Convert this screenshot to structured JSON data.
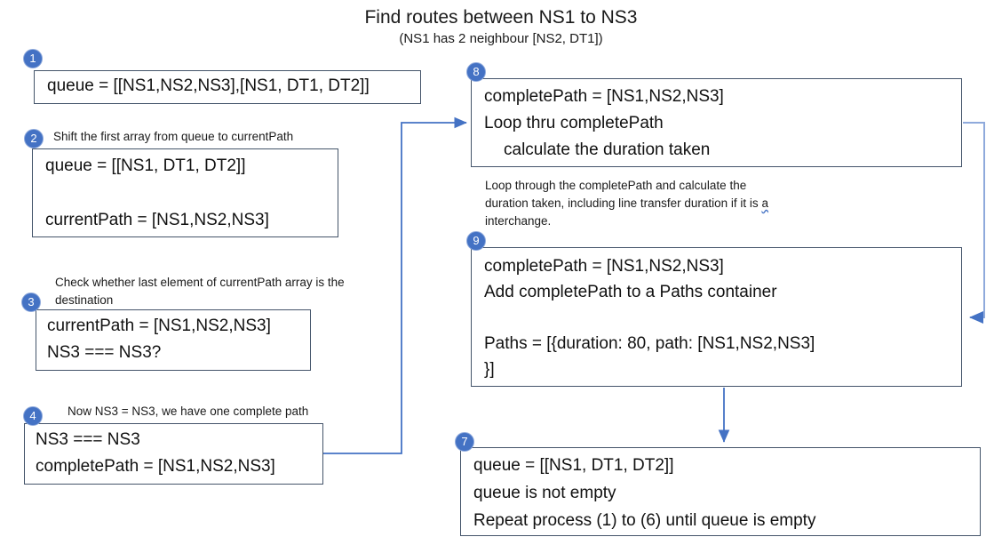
{
  "slide": {
    "title": "Find routes between NS1 to NS3",
    "subtitle": "(NS1 has 2 neighbour [NS2, DT1])"
  },
  "colors": {
    "accent_blue": "#4472C4",
    "light_blue": "#8FAADC",
    "box_border": "#44546A",
    "text": "#1F1F1F"
  },
  "steps": {
    "s1": {
      "badge": "1",
      "line1": "queue = [[NS1,NS2,NS3],[NS1, DT1, DT2]]"
    },
    "s2": {
      "badge": "2",
      "caption": "Shift the first array from queue to currentPath",
      "line1": "queue = [[NS1, DT1, DT2]]",
      "line2": "currentPath = [NS1,NS2,NS3]"
    },
    "s3": {
      "badge": "3",
      "caption_line1": "Check whether last element of currentPath array is the",
      "caption_line2": "destination",
      "line1": "currentPath = [NS1,NS2,NS3]",
      "line2": "NS3 === NS3?"
    },
    "s4": {
      "badge": "4",
      "caption": "Now NS3 = NS3, we have one complete path",
      "line1": "NS3 === NS3",
      "line2": "completePath = [NS1,NS2,NS3]"
    },
    "s8": {
      "badge": "8",
      "line1": "completePath = [NS1,NS2,NS3]",
      "line2": "Loop thru completePath",
      "line3": "calculate the duration taken"
    },
    "s9": {
      "badge": "9",
      "line1": "completePath = [NS1,NS2,NS3]",
      "line2": "Add completePath to a Paths container",
      "line3": "Paths = [{duration: 80, path: [NS1,NS2,NS3]",
      "line4": "}]"
    },
    "s7": {
      "badge": "7",
      "line1": "queue = [[NS1, DT1, DT2]]",
      "line2": "queue is not empty",
      "line3": "Repeat process (1) to (6) until queue is empty"
    }
  },
  "note": {
    "line1": "Loop through the completePath and calculate the",
    "line2_text": "duration taken, including line transfer duration if it is ",
    "line2_flagged_word": "a",
    "line3": "interchange."
  }
}
